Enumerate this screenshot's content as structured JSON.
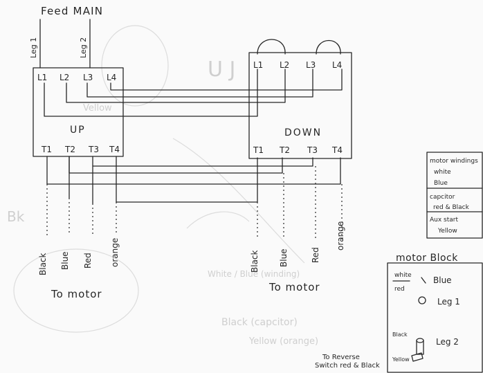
{
  "feed": {
    "title": "Feed MAIN",
    "leg1": "Leg 1",
    "leg2": "Leg 2"
  },
  "up": {
    "label": "UP",
    "top_terminals": [
      "L1",
      "L2",
      "L3",
      "L4"
    ],
    "bottom_terminals": [
      "T1",
      "T2",
      "T3",
      "T4"
    ]
  },
  "down": {
    "label": "DOWN",
    "top_terminals": [
      "L1",
      "L2",
      "L3",
      "L4"
    ],
    "bottom_terminals": [
      "T1",
      "T2",
      "T3",
      "T4"
    ]
  },
  "wire_colors": [
    "Black",
    "Blue",
    "Red",
    "orange"
  ],
  "to_motor_left": "To motor",
  "to_motor_right": "To motor",
  "legend": {
    "row1": [
      "motor windings",
      "white",
      "Blue"
    ],
    "row2": [
      "capcitor",
      "red & Black"
    ],
    "row3": [
      "Aux start",
      "Yellow"
    ]
  },
  "motor_block": {
    "title": "motor Block",
    "white": "white",
    "red": "red",
    "blue": "Blue",
    "leg1": "Leg 1",
    "black": "Black",
    "leg2": "Leg 2",
    "yellow": "Yellow",
    "to_reverse_line1": "To Reverse",
    "to_reverse_line2": "Switch red & Black"
  }
}
